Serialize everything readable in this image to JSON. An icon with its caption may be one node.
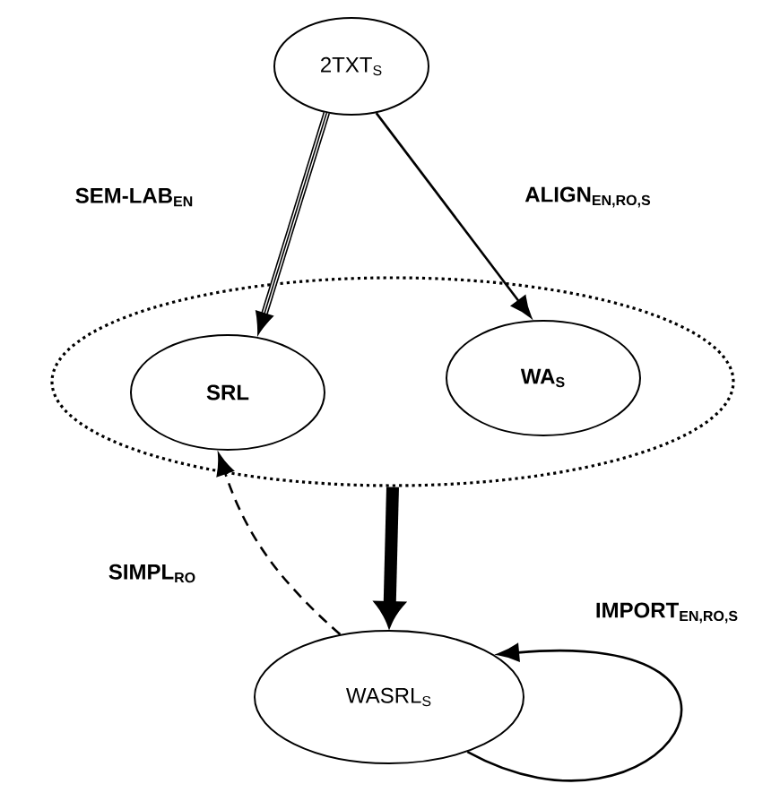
{
  "diagram": {
    "nodes": [
      {
        "text": [
          "2TXT$_{S}$"
        ]
      },
      {
        "text": [],
        "shape": "ellipse"
      },
      {
        "text": [
          "SRL"
        ],
        "in": 1
      },
      {
        "text": [
          "WA$_{S}$"
        ],
        "in": 1
      },
      {
        "text": [
          "WASRL$_{S}$"
        ]
      }
    ],
    "edges": [
      {
        "from": 0,
        "to": 2,
        "arrow": "to",
        "label": "SEM-LAB$_{EN}$",
        "style": "thick"
      },
      {
        "from": 0,
        "to": 3,
        "arrow": "to",
        "label": "ALIGN$_{EN,RO,S}$"
      },
      {
        "from": 1,
        "to": 4,
        "arrow": "to",
        "style": "thick"
      },
      {
        "from": 4,
        "to": 2,
        "arrow": "to",
        "label": "SIMPL$_{RO}$",
        "style": "dashed"
      },
      {
        "from": 4,
        "to": 4,
        "arrow": "to",
        "label": "IMPORT$_{EN,RO,S}$"
      }
    ]
  }
}
